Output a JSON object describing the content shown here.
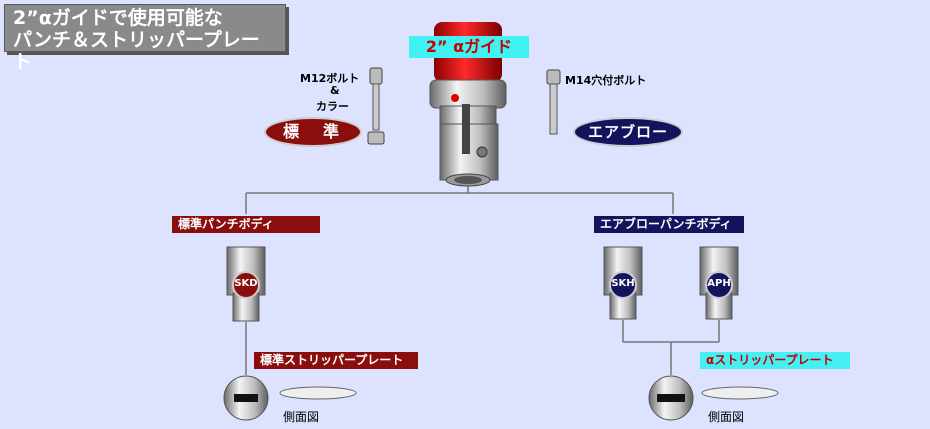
{
  "title": {
    "line1": "2”αガイドで使用可能な",
    "line2": "パンチ＆ストリッパープレート"
  },
  "guide_label": "2” αガイド",
  "bolts": {
    "m12_line1": "M12ボルト",
    "m12_line2": "&",
    "m12_line3": "カラー",
    "m14": "M14穴付ボルト"
  },
  "types": {
    "standard": "標　準",
    "airblow": "エアブロー"
  },
  "bodies": {
    "standard_title": "標準パンチボディ",
    "airblow_title": "エアブローパンチボディ",
    "skd": "SKD",
    "skh": "SKH",
    "aph": "APH"
  },
  "strippers": {
    "standard_title": "標準ストリッパープレート",
    "alpha_title": "αストリッパープレート",
    "side_view": "側面図"
  },
  "colors": {
    "background": "#dde2ff",
    "standard": "#8a0e0e",
    "airblow": "#14145e",
    "accent": "#41f2f2"
  }
}
